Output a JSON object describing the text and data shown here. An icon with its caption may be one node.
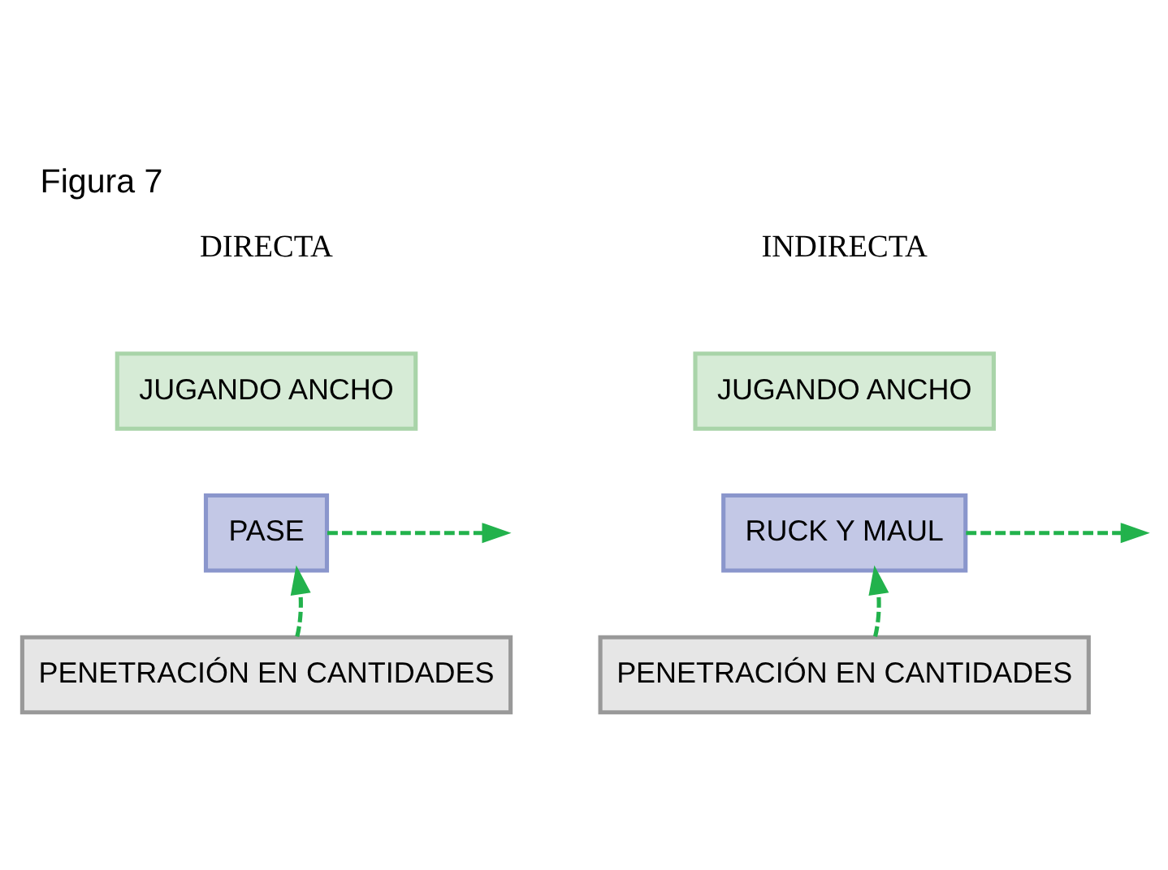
{
  "diagram": {
    "title": "Figura 7",
    "nodes": [
      {
        "text": [
          "JUGANDO ANCHO"
        ]
      },
      {
        "text": [
          "JUGANDO ANCHO"
        ]
      },
      {
        "text": [
          "PASE"
        ]
      },
      {
        "text": [
          "RUCK Y MAUL"
        ]
      },
      {
        "text": [
          "PENETRACIÓN EN CANTIDADES"
        ]
      },
      {
        "text": [
          "PENETRACIÓN EN CANTIDADES"
        ]
      }
    ],
    "edges": [
      {
        "from": 4,
        "to": 2,
        "arrow": "to",
        "style": "dashed"
      },
      {
        "from": 2,
        "to": null,
        "arrow": "to",
        "style": "dashed"
      },
      {
        "from": 5,
        "to": 3,
        "arrow": "to",
        "style": "dashed"
      },
      {
        "from": 3,
        "to": null,
        "arrow": "to",
        "style": "dashed"
      }
    ],
    "labels": [
      "DIRECTA",
      "INDIRECTA"
    ]
  }
}
